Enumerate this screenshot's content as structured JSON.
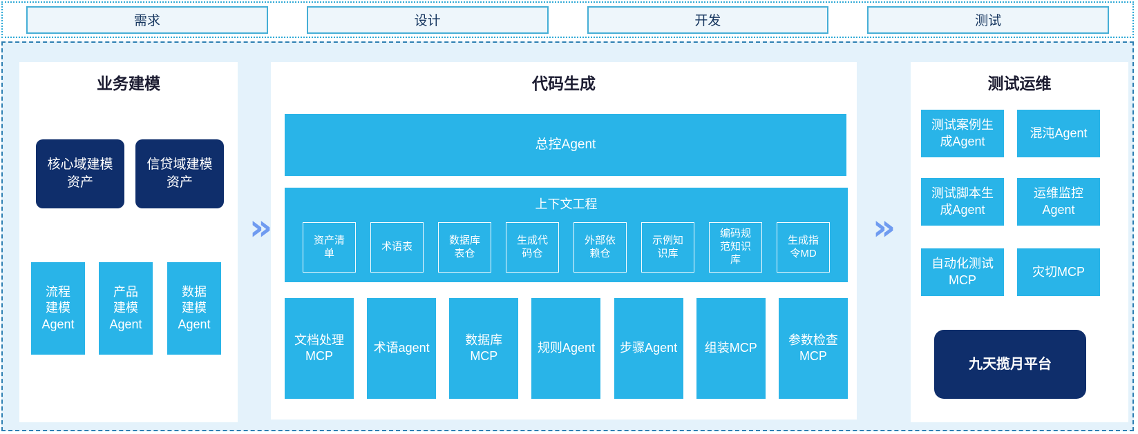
{
  "phases": {
    "items": [
      "需求",
      "设计",
      "开发",
      "测试"
    ]
  },
  "business_modeling": {
    "title": "业务建模",
    "assets": [
      "核心域建模资产",
      "信贷域建模资产"
    ],
    "agents": [
      "流程建模Agent",
      "产品建模Agent",
      "数据建模Agent"
    ]
  },
  "code_generation": {
    "title": "代码生成",
    "master_agent": "总控Agent",
    "context_engineering": {
      "title": "上下文工程",
      "items": [
        "资产清单",
        "术语表",
        "数据库表仓",
        "生成代码仓",
        "外部依赖仓",
        "示例知识库",
        "编码规范知识库",
        "生成指令MD"
      ]
    },
    "tools": [
      "文档处理MCP",
      "术语agent",
      "数据库MCP",
      "规则Agent",
      "步骤Agent",
      "组装MCP",
      "参数检查MCP"
    ]
  },
  "test_ops": {
    "title": "测试运维",
    "boxes": [
      "测试案例生成Agent",
      "混沌Agent",
      "测试脚本生成Agent",
      "运维监控Agent",
      "自动化测试MCP",
      "灾切MCP"
    ],
    "platform": "九天揽月平台"
  },
  "arrows": {
    "glyph": "»"
  },
  "colors": {
    "cyan": "#29b4e8",
    "navy": "#0f2e6b",
    "panel-bg": "#e4f2fb",
    "phase-bg": "#eef6fb",
    "phase-border": "#45aed6",
    "phase-text": "#16365f",
    "dotted-border": "#2fa9d6",
    "dashed-border": "#2d7fb2",
    "arrow": "#6f9bf0",
    "title-text": "#1b1b30"
  }
}
